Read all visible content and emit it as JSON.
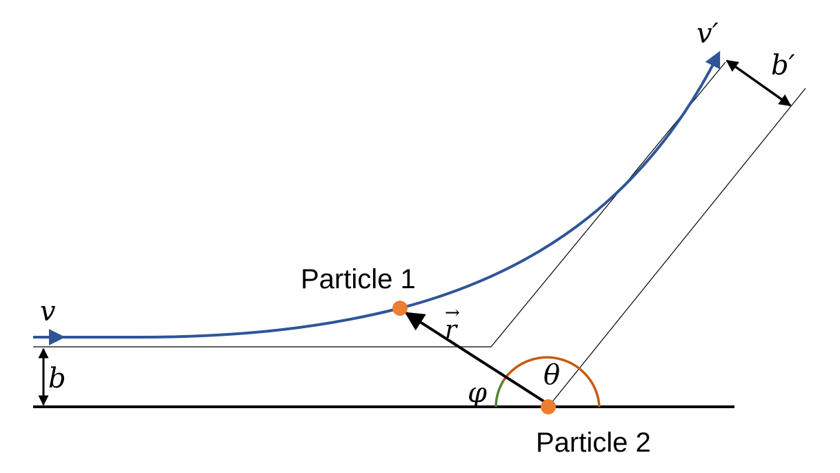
{
  "labels": {
    "particle1": "Particle 1",
    "particle2": "Particle 2",
    "v_in": "v",
    "v_out": "v′",
    "b": "b",
    "b_prime": "b′",
    "r_vec": "r",
    "r_arrow": "→",
    "phi": "φ",
    "theta": "θ"
  },
  "colors": {
    "trajectory": "#2f5597",
    "particle": "#ed7d31",
    "theta_arc": "#c55a11",
    "phi_arc": "#548235",
    "lines": "#000000"
  }
}
